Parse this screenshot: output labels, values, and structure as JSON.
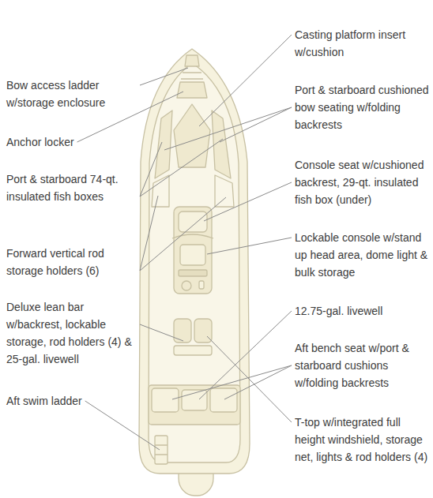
{
  "diagram": {
    "labels": [
      "Bow access ladder w/storage enclosure",
      "Anchor locker",
      "Port & starboard 74-qt. insulated fish boxes",
      "Forward vertical rod storage holders (6)",
      "Deluxe lean bar w/backrest, lockable storage, rod holders (4) & 25-gal. livewell",
      "Aft swim ladder",
      "Casting platform insert w/cushion",
      "Port & starboard cushioned bow seating w/folding backrests",
      "Console seat w/cushioned backrest, 29-qt. insulated fish box (under)",
      "Lockable console w/stand up head area, dome light & bulk storage",
      "12.75-gal. livewell",
      "Aft bench seat w/port & starboard cushions w/folding backrests",
      "T-top w/integrated full height windshield, storage net, lights & rod holders (4)"
    ]
  }
}
